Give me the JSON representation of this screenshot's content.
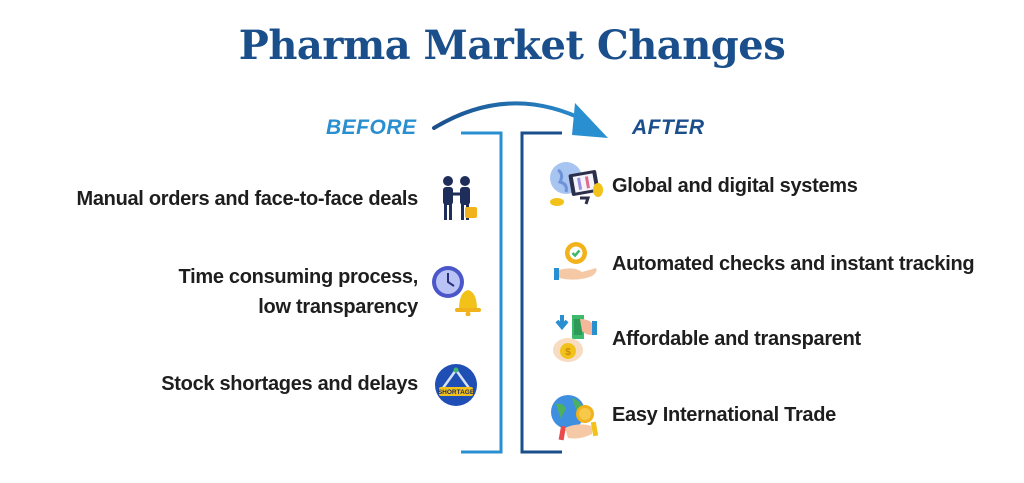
{
  "title": "Pharma Market Changes",
  "colors": {
    "title": "#1a4f8c",
    "before_accent": "#2a8fd0",
    "after_accent": "#1a4f8c",
    "text": "#1e1e1e"
  },
  "before": {
    "label": "BEFORE",
    "items": [
      {
        "line1": "Manual orders and face-to-face deals",
        "line2": "",
        "icon": "handshake-people-icon"
      },
      {
        "line1": "Time consuming process,",
        "line2": "low transparency",
        "icon": "clock-bell-icon"
      },
      {
        "line1": "Stock shortages and delays",
        "line2": "",
        "icon": "shortage-sign-icon"
      }
    ]
  },
  "after": {
    "label": "AFTER",
    "items": [
      {
        "line1": "Global and digital systems",
        "icon": "globe-monitor-icon"
      },
      {
        "line1": "Automated checks and instant tracking",
        "icon": "gear-check-hand-icon"
      },
      {
        "line1": "Affordable and transparent",
        "icon": "money-bag-icon"
      },
      {
        "line1": "Easy International Trade",
        "icon": "globe-handshake-icon"
      }
    ]
  },
  "transition_arrow": "curved-arrow-before-to-after"
}
